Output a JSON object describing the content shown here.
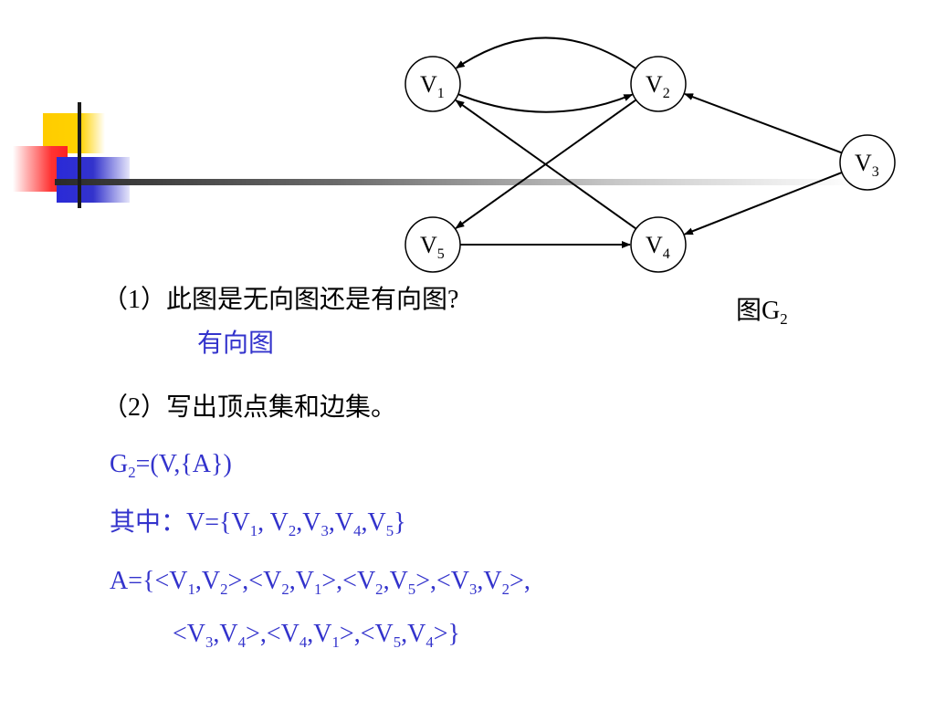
{
  "graph": {
    "vertices": [
      {
        "id": "V1",
        "letter": "V",
        "sub": "1"
      },
      {
        "id": "V2",
        "letter": "V",
        "sub": "2"
      },
      {
        "id": "V3",
        "letter": "V",
        "sub": "3"
      },
      {
        "id": "V4",
        "letter": "V",
        "sub": "4"
      },
      {
        "id": "V5",
        "letter": "V",
        "sub": "5"
      }
    ],
    "edges": [
      {
        "from": "V1",
        "to": "V2"
      },
      {
        "from": "V2",
        "to": "V1"
      },
      {
        "from": "V2",
        "to": "V5"
      },
      {
        "from": "V3",
        "to": "V2"
      },
      {
        "from": "V3",
        "to": "V4"
      },
      {
        "from": "V4",
        "to": "V1"
      },
      {
        "from": "V5",
        "to": "V4"
      }
    ],
    "caption": {
      "prefix": "图G",
      "sub": "2"
    }
  },
  "q1": {
    "question": "（1）此图是无向图还是有向图?",
    "answer": "有向图"
  },
  "q2": {
    "question": "（2）写出顶点集和边集。",
    "g_def": {
      "g": "G",
      "g_sub": "2",
      "rest": "=(V,{A})"
    },
    "vset_prefix": "其中：V={",
    "vset_items": [
      "V1",
      "V2",
      "V3",
      "V4",
      "V5"
    ],
    "aset_prefix": "A={",
    "aset_line1": [
      [
        "V1",
        "V2"
      ],
      [
        "V2",
        "V1"
      ],
      [
        "V2",
        "V5"
      ],
      [
        "V3",
        "V2"
      ]
    ],
    "aset_line2": [
      [
        "V3",
        "V4"
      ],
      [
        "V4",
        "V1"
      ],
      [
        "V5",
        "V4"
      ]
    ]
  },
  "colors": {
    "answer": "#3333cc",
    "text": "#000000"
  }
}
